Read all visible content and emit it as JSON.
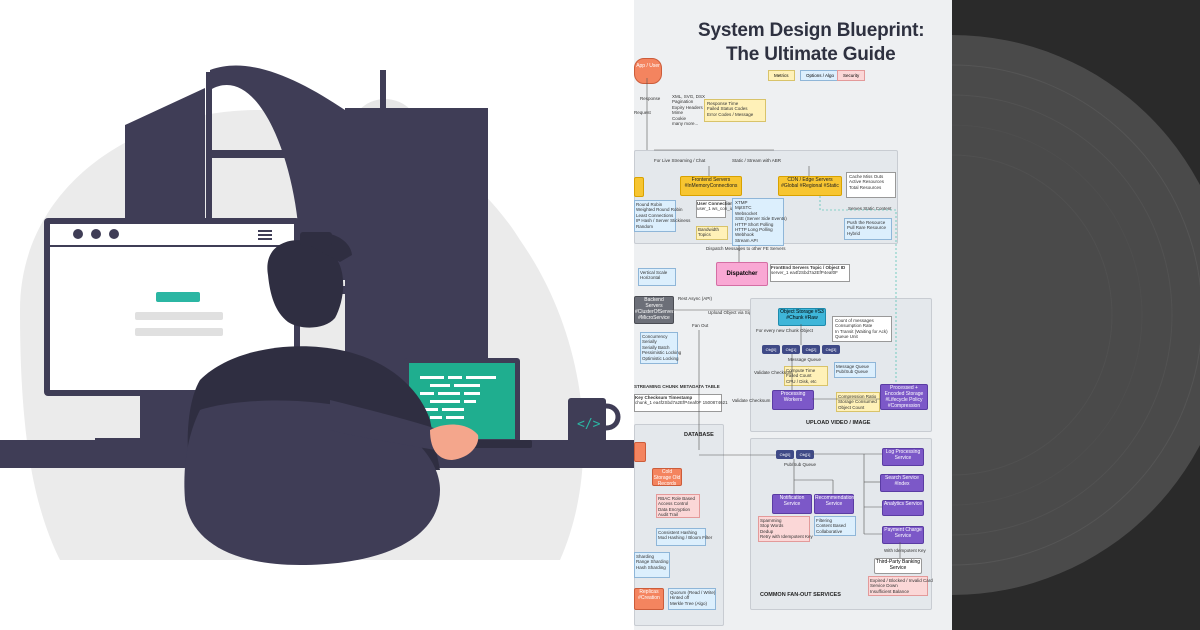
{
  "blueprint": {
    "title_line1": "System Design Blueprint:",
    "title_line2": "The Ultimate Guide",
    "legend": [
      "Metrics",
      "Options / Algo",
      "Security"
    ],
    "app_user": "App / User",
    "response": "Response",
    "request": "Request",
    "response_list": [
      "XML, SVG, DSX",
      "Pagination",
      "Expiry Headers",
      "Mime",
      "Cookie",
      "many more..."
    ],
    "metrics_note": [
      "Response Time",
      "Failed Status Codes",
      "Error Codes / Message"
    ],
    "live_streaming": "For Live Streaming / Chat",
    "static_stream": "Static / Stream with ABR",
    "frontend_servers": "Frontend Servers #InMemoryConnections",
    "cdn": "CDN / Edge Servers #Global #Regional #Static",
    "cdn_metrics": [
      "Cache Miss Outs",
      "Active Resources",
      "Total Resources"
    ],
    "lb_list": [
      "Round Robin",
      "Weighted Round Robin",
      "Least Connections",
      "IP Hash / Server Stickiness",
      "Random"
    ],
    "conn_table_headers": [
      "User",
      "Connection"
    ],
    "conn_table_row": [
      "user_1",
      "ws_con_ids"
    ],
    "protocols": [
      "XTMP",
      "MptSTC",
      "Websocket",
      "SSE (Server Side Events)",
      "HTTP Short Polling",
      "HTTP Long Polling",
      "Webhook",
      "Stream API"
    ],
    "serves_static": "Serves Static Content",
    "push_pull": [
      "Push the Resource",
      "Pull Rare Resource",
      "Hybrid"
    ],
    "bandwidth": [
      "Bandwidth",
      "Topics"
    ],
    "dispatch": "Dispatch Messages to other FE Servers",
    "dispatcher": "Dispatcher",
    "dispatch_table_headers": [
      "FrontEnd Servers",
      "Topic / Object ID"
    ],
    "dispatch_table_row": [
      "server_1",
      "ea4f2Sbd7a2EfP4eaf0F"
    ],
    "scale": [
      "Vertical Scale",
      "Horizontal"
    ],
    "backend": "Backend Servers #ClusterOfServers #MicroService",
    "rest": "Rest Async (API)",
    "upload_object": "Upload Object via Signed URL",
    "fan_out": "Fan Out",
    "object_storage": "Object Storage #S3 #Chunk #Raw",
    "object_storage_metrics": [
      "Count of messages",
      "Consumption Rate",
      "In Transit (Waiting for Ack)",
      "Queue Unit"
    ],
    "for_every_chunk": "For every new Chunk Object",
    "queue_items": [
      "Obj[0]",
      "Obj[1]",
      "Obj[2]",
      "Obj[3]"
    ],
    "message_queue": "Message Queue",
    "queue_metrics": [
      "Compute Time",
      "Failed Count",
      "CPU / Disk, etc"
    ],
    "message_pubsub": [
      "Message Queue",
      "Pub/Sub Queue"
    ],
    "validate_checksum": "Validate Checksum",
    "processing_workers": "Processing Workers",
    "compression_metrics": [
      "Compression Ratio",
      "Storage Consumed",
      "Object Count"
    ],
    "processed_storage": "Processed + Encoded Storage #Lifecycle Policy #Compression",
    "upload_title": "UPLOAD VIDEO / IMAGE",
    "concurrency": [
      "Concurrency",
      "Serially",
      "Serially Batch",
      "Pessimistic Locking",
      "Optimistic Locking"
    ],
    "chunk_table_title": "STREAMING CHUNK METADATA TABLE",
    "chunk_table_headers": [
      "Key",
      "Checksum",
      "Timestamp"
    ],
    "chunk_table_row": [
      "chunk_1",
      "ea4f2Sbd7a2EfP4eaf0F",
      "1500874621"
    ],
    "database_title": "DATABASE",
    "cold_storage": "Cold Storage Old Records",
    "security_list": [
      "RBAC Role Based",
      "Access Control",
      "Data Encryption",
      "Audit Trail"
    ],
    "hashing": [
      "Consistent Hashing",
      "Mod Hashing / Bloom Filter"
    ],
    "sharding": [
      "Sharding",
      "Range Sharding",
      "Hash Sharding"
    ],
    "replica": "Replicas #Creation",
    "quorum": [
      "Quorum (Read / Write)",
      "Hinted off",
      "Merkle Tree (Algo)"
    ],
    "pubsub_items": [
      "Obj[0]",
      "Obj[1]"
    ],
    "pubsub_queue": "Pub/Sub Queue",
    "log_processing": "Log Processing Service",
    "search_service": "Search Service #Index",
    "analytics": "Analytics Service",
    "payment": "Payment Charge Service",
    "notification": "Notification Service",
    "recommendation": "Recommendation Service",
    "notif_list": [
      "Spamming",
      "Stop Words",
      "Dedup",
      "Retry with Idempotent Key"
    ],
    "rec_list": [
      "Filtering",
      "Content Based",
      "Collaborative"
    ],
    "idempotent": "With Idempotent Key",
    "third_party": "Third-Party Banking Service",
    "banking_errors": [
      "Expired / Blocked / Invalid Card",
      "Service Down",
      "Insufficient Balance"
    ],
    "fanout_title": "COMMON FAN-OUT SERVICES"
  },
  "colors": {
    "ink": "#3f3d56",
    "teal": "#2bb6a3",
    "screen_green": "#1fae8f",
    "skin": "#f4a68c",
    "blueprint_bg": "#eef0f2",
    "disk_dark": "#2a2a2a"
  }
}
